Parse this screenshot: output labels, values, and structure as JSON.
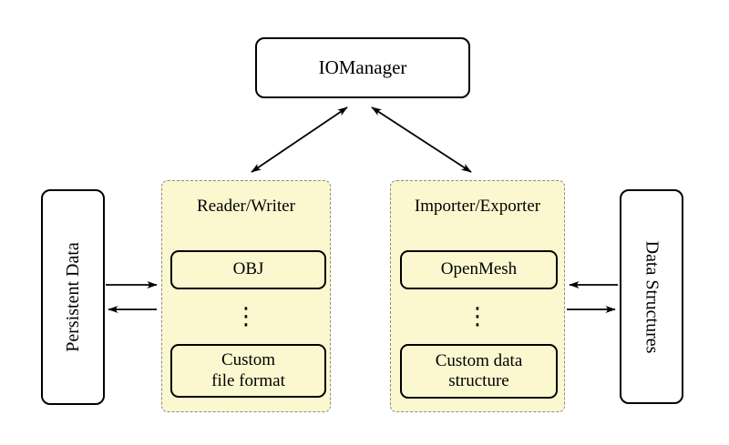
{
  "colors": {
    "group_fill": "#fbf8cf",
    "group_border": "#8a8a8a",
    "node_border": "#000000",
    "node_fill": "#ffffff",
    "arrow": "#000000",
    "text": "#000000",
    "background": "#ffffff"
  },
  "nodes": {
    "iomanager": {
      "label": "IOManager"
    },
    "persistent_data": {
      "label": "Persistent Data"
    },
    "data_structures": {
      "label": "Data Structures"
    }
  },
  "groups": {
    "reader_writer": {
      "title": "Reader/Writer",
      "first_item": "OBJ",
      "custom_item_line1": "Custom",
      "custom_item_line2": "file format"
    },
    "importer_exporter": {
      "title": "Importer/Exporter",
      "first_item": "OpenMesh",
      "custom_item_line1": "Custom data",
      "custom_item_line2": "structure"
    }
  },
  "icons": {
    "vertical_ellipsis": "⋮"
  },
  "arrows": [
    {
      "name": "iomanager-readerwriter",
      "direction": "bidirectional"
    },
    {
      "name": "iomanager-importerexporter",
      "direction": "bidirectional"
    },
    {
      "name": "persistentdata-to-readerwriter",
      "direction": "right"
    },
    {
      "name": "readerwriter-to-persistentdata",
      "direction": "left"
    },
    {
      "name": "datastructures-to-importerexporter",
      "direction": "left"
    },
    {
      "name": "importerexporter-to-datastructures",
      "direction": "right"
    }
  ]
}
